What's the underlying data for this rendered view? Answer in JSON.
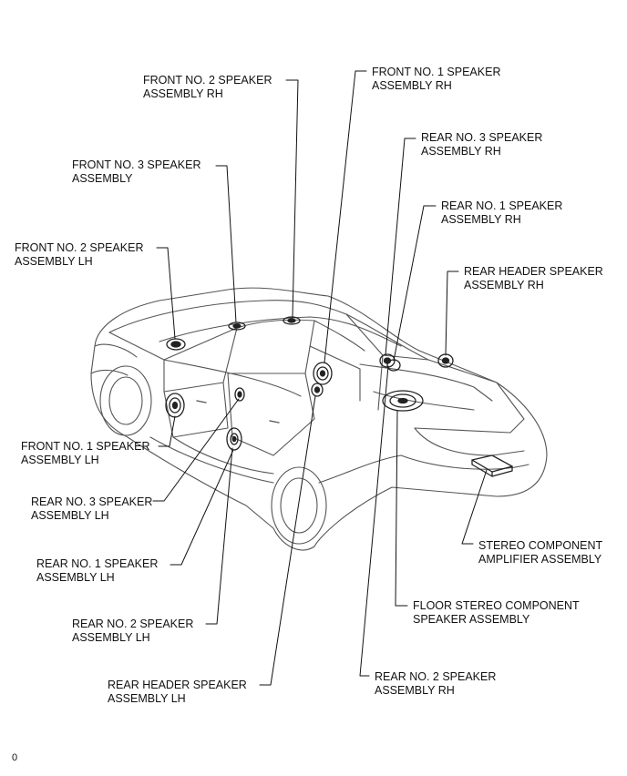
{
  "labels": {
    "front_no2_rh": [
      "FRONT NO. 2 SPEAKER",
      "ASSEMBLY RH"
    ],
    "front_no1_rh": [
      "FRONT NO. 1 SPEAKER",
      "ASSEMBLY RH"
    ],
    "rear_no3_rh": [
      "REAR NO. 3 SPEAKER",
      "ASSEMBLY RH"
    ],
    "front_no3": [
      "FRONT NO. 3 SPEAKER",
      "ASSEMBLY"
    ],
    "rear_no1_rh": [
      "REAR NO. 1 SPEAKER",
      "ASSEMBLY RH"
    ],
    "front_no2_lh": [
      "FRONT NO. 2 SPEAKER",
      "ASSEMBLY LH"
    ],
    "rear_header_rh": [
      "REAR HEADER SPEAKER",
      "ASSEMBLY RH"
    ],
    "front_no1_lh": [
      "FRONT NO. 1 SPEAKER",
      "ASSEMBLY LH"
    ],
    "rear_no3_lh": [
      "REAR NO. 3 SPEAKER",
      "ASSEMBLY LH"
    ],
    "stereo_amp": [
      "STEREO COMPONENT",
      "AMPLIFIER ASSEMBLY"
    ],
    "rear_no1_lh": [
      "REAR NO. 1 SPEAKER",
      "ASSEMBLY LH"
    ],
    "floor_stereo": [
      "FLOOR STEREO COMPONENT",
      "SPEAKER ASSEMBLY"
    ],
    "rear_no2_lh": [
      "REAR NO. 2 SPEAKER",
      "ASSEMBLY LH"
    ],
    "rear_header_lh": [
      "REAR HEADER SPEAKER",
      "ASSEMBLY LH"
    ],
    "rear_no2_rh": [
      "REAR NO. 2 SPEAKER",
      "ASSEMBLY RH"
    ]
  },
  "figure_code": "0"
}
